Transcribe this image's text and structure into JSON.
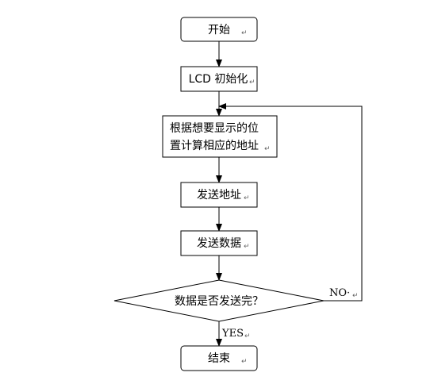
{
  "flowchart": {
    "start": "开始",
    "lcd_init": "LCD 初始化",
    "compute_line1": "根据想要显示的位",
    "compute_line2": "置计算相应的地址",
    "send_address": "发送地址",
    "send_data": "发送数据",
    "decision": "数据是否发送完？",
    "no_label": "NO·",
    "yes_label": "YES",
    "end": "结束",
    "paragraph_mark": "↵"
  },
  "colors": {
    "stroke": "#000000",
    "background": "#ffffff",
    "mark": "#666666"
  }
}
